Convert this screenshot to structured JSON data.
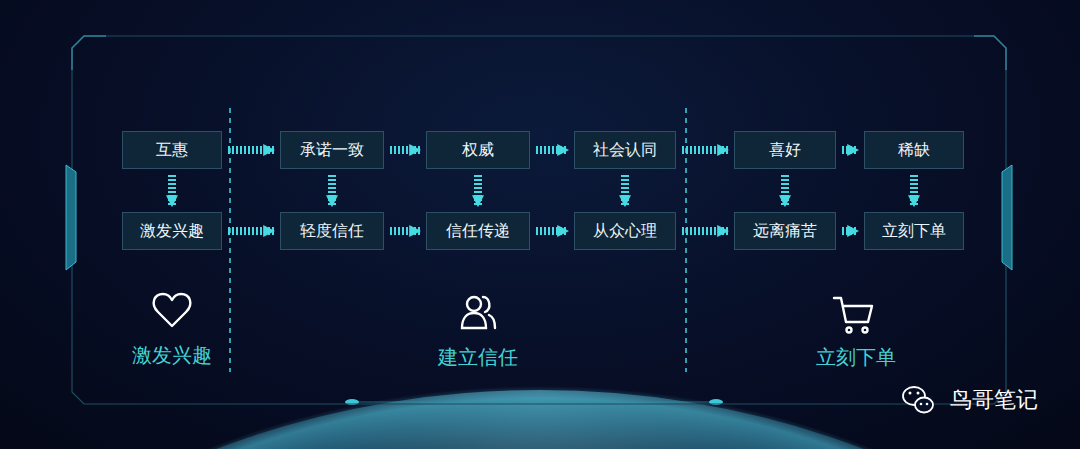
{
  "diagram": {
    "nodes": [
      {
        "text": [
          "互惠"
        ]
      },
      {
        "text": [
          "承诺一致"
        ]
      },
      {
        "text": [
          "权威"
        ]
      },
      {
        "text": [
          "社会认同"
        ]
      },
      {
        "text": [
          "喜好"
        ]
      },
      {
        "text": [
          "稀缺"
        ]
      },
      {
        "text": [
          "激发兴趣"
        ]
      },
      {
        "text": [
          "轻度信任"
        ]
      },
      {
        "text": [
          "信任传递"
        ]
      },
      {
        "text": [
          "从众心理"
        ]
      },
      {
        "text": [
          "远离痛苦"
        ]
      },
      {
        "text": [
          "立刻下单"
        ]
      }
    ],
    "edges": [
      {
        "from": 0,
        "to": 1,
        "arrow": "to"
      },
      {
        "from": 1,
        "to": 2,
        "arrow": "to"
      },
      {
        "from": 2,
        "to": 3,
        "arrow": "to"
      },
      {
        "from": 3,
        "to": 4,
        "arrow": "to"
      },
      {
        "from": 4,
        "to": 5,
        "arrow": "to"
      },
      {
        "from": 6,
        "to": 7,
        "arrow": "to"
      },
      {
        "from": 7,
        "to": 8,
        "arrow": "to"
      },
      {
        "from": 8,
        "to": 9,
        "arrow": "to"
      },
      {
        "from": 9,
        "to": 10,
        "arrow": "to"
      },
      {
        "from": 10,
        "to": 11,
        "arrow": "to"
      },
      {
        "from": 0,
        "to": 6,
        "arrow": "to"
      },
      {
        "from": 1,
        "to": 7,
        "arrow": "to"
      },
      {
        "from": 2,
        "to": 8,
        "arrow": "to"
      },
      {
        "from": 3,
        "to": 9,
        "arrow": "to"
      },
      {
        "from": 4,
        "to": 10,
        "arrow": "to"
      },
      {
        "from": 5,
        "to": 11,
        "arrow": "to"
      }
    ],
    "labels": [
      "激发兴趣",
      "建立信任",
      "立刻下单",
      "鸟哥笔记"
    ]
  }
}
